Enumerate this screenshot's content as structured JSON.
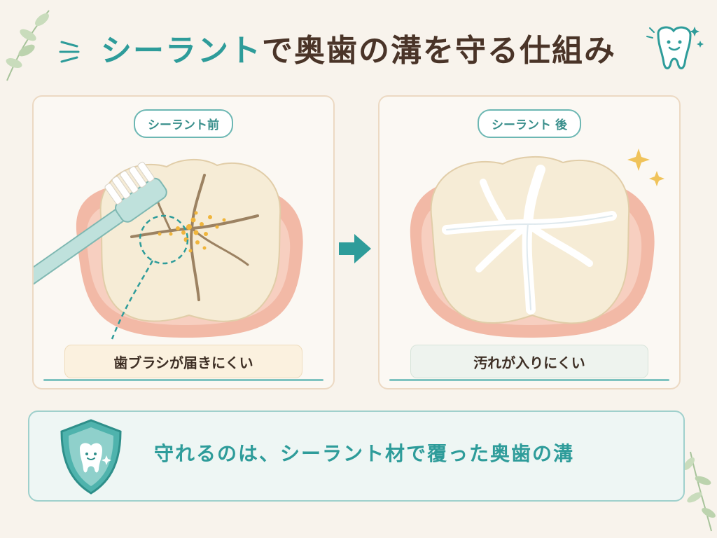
{
  "title": {
    "accent": "シーラント",
    "rest": "で奥歯の溝を守る仕組み"
  },
  "panels": {
    "before": {
      "label": "シーラント前",
      "caption": "歯ブラシが届きにくい"
    },
    "after": {
      "label": "シーラント 後",
      "caption": "汚れが入りにくい"
    }
  },
  "bottom": {
    "text": "守れるのは、シーラント材で覆った奥歯の溝"
  },
  "icons": {
    "arrow": "arrow-right-icon",
    "shield": "shield-tooth-icon",
    "logo": "tooth-smile-icon",
    "sparkle": "sparkle-icon",
    "leaf": "leaf-icon"
  },
  "colors": {
    "accent": "#2e9c9a",
    "title_dark": "#4a3428",
    "background": "#f8f3ec"
  }
}
